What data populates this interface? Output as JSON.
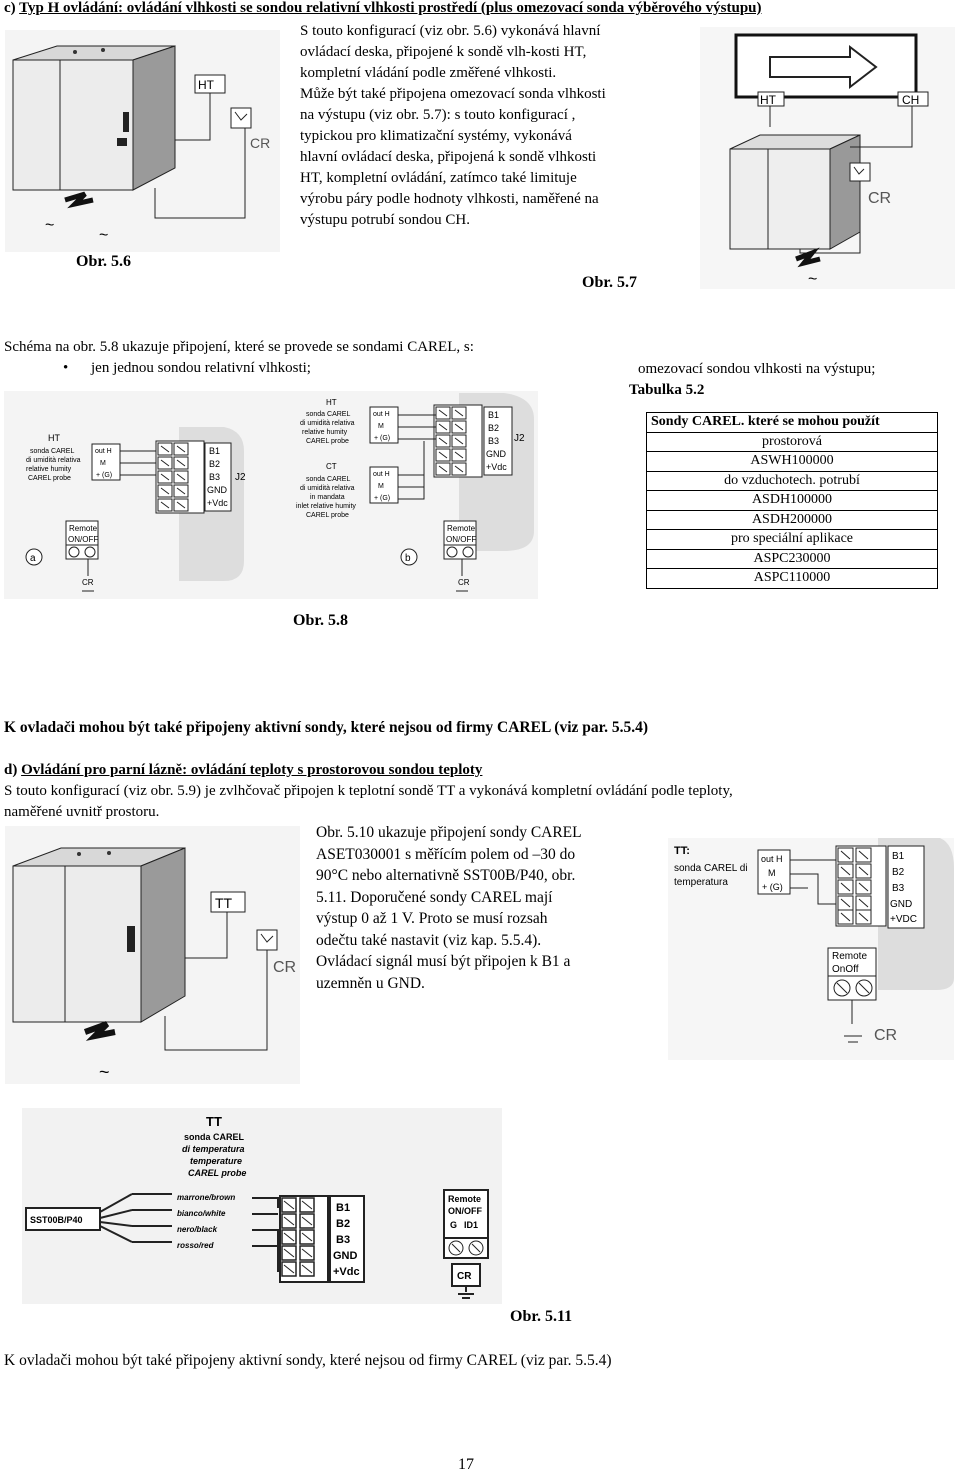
{
  "section_c": {
    "heading_prefix": "c) ",
    "heading_u": "Typ H ovládání: ovládání vlhkosti se sondou relativní vlhkosti prostředí (plus omezovací sonda výběrového výstupu)",
    "lines": [
      "S touto konfigurací (viz obr. 5.6) vykonává hlavní",
      "ovládací deska, připojené k sondě vlh-kosti HT,",
      "kompletní vládání podle změřené vlhkosti.",
      "Může být také připojena omezovací sonda vlhkosti",
      "na výstupu (viz obr. 5.7): s touto konfigurací ,",
      "typickou pro klimatizační systémy, vykonává",
      "hlavní ovládací deska, připojená k sondě vlhkosti",
      "HT, kompletní ovládání, zatímco také limituje",
      "výrobu páry podle hodnoty vlhkosti, naměřené na",
      "výstupu potrubí sondou CH."
    ],
    "fig56_caption": "Obr. 5.6",
    "fig57_caption": "Obr. 5.7"
  },
  "fig56": {
    "ht": "HT",
    "cr": "CR"
  },
  "fig57": {
    "ht": "HT",
    "ch": "CH",
    "cr": "CR"
  },
  "schema": {
    "intro": "Schéma na obr. 5.8 ukazuje připojení, které se provede se sondami CAREL, s:",
    "bullet_1": "jen jednou sondou relativní vlhkosti;",
    "bullet_2": "omezovací sondou vlhkosti na výstupu;"
  },
  "table": {
    "title": "Tabulka 5.2",
    "header": "Sondy CAREL. které se mohou použít",
    "rows": [
      "prostorová",
      "ASWH100000",
      "do vzduchotech. potrubí",
      "ASDH100000",
      "ASDH200000",
      "pro speciální aplikace",
      "ASPC230000",
      "ASPC110000"
    ]
  },
  "fig58": {
    "caption": "Obr. 5.8",
    "a": {
      "ht": "HT",
      "probe_label": [
        "sonda CAREL",
        "di umidità relativa",
        "relative humity",
        "CAREL probe"
      ],
      "out": [
        "out H",
        "M",
        "+ (G)"
      ],
      "terms": [
        "B1",
        "B2",
        "B3",
        "GND",
        "+Vdc"
      ],
      "j": "J2",
      "remote": [
        "Remote",
        "ON/OFF"
      ],
      "letter": "a",
      "cr": "CR"
    },
    "b": {
      "ht": "HT",
      "ht_label": [
        "sonda CAREL",
        "di umidità relativa",
        "relative humity",
        "CAREL probe"
      ],
      "ct": "CT",
      "ct_label": [
        "sonda CAREL",
        "di umidità relativa",
        "in mandata",
        "inlet relative humity",
        "CAREL probe"
      ],
      "out": [
        "out H",
        "M",
        "+ (G)"
      ],
      "terms": [
        "B1",
        "B2",
        "B3",
        "GND",
        "+Vdc"
      ],
      "j": "J2",
      "remote": [
        "Remote",
        "ON/OFF"
      ],
      "letter": "b",
      "cr": "CR"
    }
  },
  "note_active": "K ovladači mohou být také připojeny aktivní sondy, které nejsou od firmy CAREL (viz par. 5.5.4)",
  "section_d": {
    "heading_prefix": "d) ",
    "heading_u": "Ovládání pro parní lázně: ovládání teploty s prostorovou sondou teploty",
    "line1": "S touto konfigurací (viz obr. 5.9) je zvlhčovač připojen k teplotní sondě TT a vykonává kompletní ovládání podle teploty,",
    "line2": "naměřené uvnitř prostoru.",
    "side": [
      "Obr. 5.10 ukazuje připojení sondy CAREL",
      "ASET030001 s měřícím polem od –30 do",
      "90°C nebo alternativně SST00B/P40, obr.",
      "5.11. Doporučené sondy CAREL mají",
      "výstup 0 až 1 V. Proto se musí rozsah",
      "odečtu také nastavit  (viz kap. 5.5.4).",
      "Ovládací signál musí být připojen k B1 a",
      "uzemněn u GND."
    ]
  },
  "fig59": {
    "tt": "TT",
    "cr": "CR"
  },
  "fig510": {
    "tt": "TT:",
    "probe": [
      "sonda CAREL di",
      "temperatura"
    ],
    "out": [
      "out H",
      "M",
      "+ (G)"
    ],
    "terms": [
      "B1",
      "B2",
      "B3",
      "GND",
      "+VDC"
    ],
    "remote": [
      "Remote",
      "OnOff"
    ],
    "cr": "CR"
  },
  "fig511": {
    "caption": "Obr. 5.11",
    "tt": "TT",
    "probe": [
      "sonda CAREL",
      "di temperatura",
      "temperature",
      "CAREL probe"
    ],
    "model": "SST00B/P40",
    "wires": [
      "marrone/brown",
      "bianco/white",
      "nero/black",
      "rosso/red"
    ],
    "terms": [
      "B1",
      "B2",
      "B3",
      "GND",
      "+Vdc"
    ],
    "remote": [
      "Remote",
      "ON/OFF",
      "G",
      "ID1"
    ],
    "cr": "CR"
  },
  "note_bottom": "K ovladači mohou být také připojeny aktivní sondy, které nejsou od firmy CAREL (viz par. 5.5.4)",
  "page_number": "17"
}
